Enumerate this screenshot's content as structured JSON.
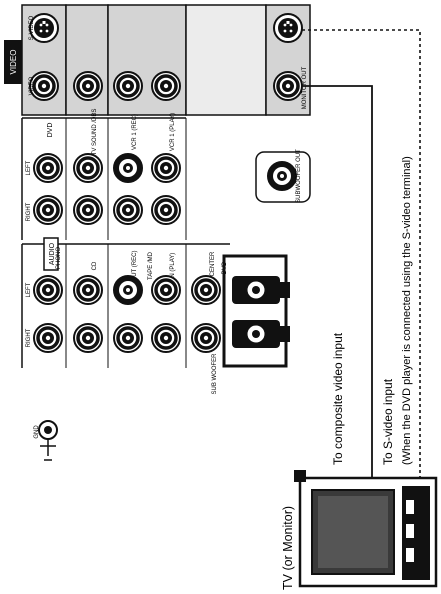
{
  "panel": {
    "video_section_label": "VIDEO",
    "top_row": {
      "svideo": "S-VIDEO",
      "video": "VIDEO",
      "dvd": "DVD",
      "tv_sound": "TV SOUND /DBS",
      "vcr_rec": "VCR 1 (REC)",
      "vcr_play": "VCR 1 (PLAY)",
      "monitor_out": "MONITOR OUT"
    },
    "audio_label": "AUDIO",
    "left": "LEFT",
    "right": "RIGHT",
    "phono": "PHONO",
    "cd": "CD",
    "tape_out_rec": "OUT (REC)",
    "tape_md": "TAPE /MD",
    "tape_in_play": "IN (PLAY)",
    "center": "CENTER",
    "dvd": "DVD",
    "sub_woofer": "SUB WOOFER",
    "subwoofer_out": "SUBWOOFER OUT",
    "gnd": "GND"
  },
  "labels": {
    "tv": "TV (or Monitor)",
    "composite": "To composite video input",
    "svideo_line1": "To S-video input",
    "svideo_line2": "(When the DVD player is connected using the S-video terminal)"
  }
}
